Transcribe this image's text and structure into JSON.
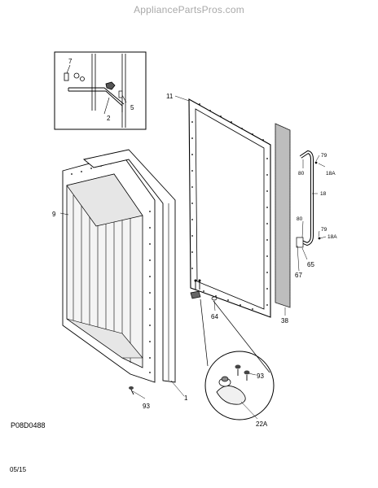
{
  "watermark": "AppliancePartsPros.com",
  "diagram_code": "P08D0488",
  "revision_date": "05/15",
  "callouts": {
    "c7": "7",
    "c5": "5",
    "c2": "2",
    "c11": "11",
    "c9": "9",
    "c79a": "79",
    "c80a": "80",
    "c18A_a": "18A",
    "c18": "18",
    "c80b": "80",
    "c79b": "79",
    "c18A_b": "18A",
    "c65": "65",
    "c67": "67",
    "c64": "64",
    "c38": "38",
    "c93a": "93",
    "c1": "1",
    "c93b": "93",
    "c22A": "22A"
  }
}
